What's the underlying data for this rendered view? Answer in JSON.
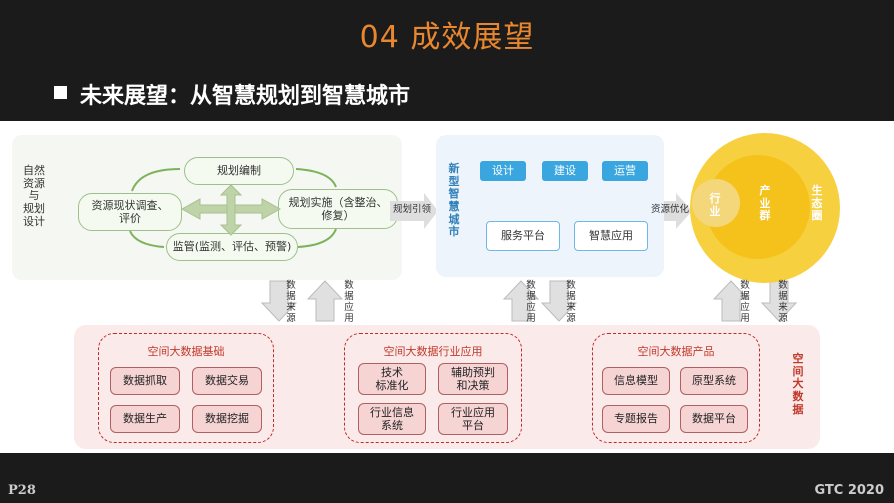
{
  "title": "04 成效展望",
  "subtitle": "未来展望：从智慧规划到智慧城市",
  "left": {
    "side_label": "自然\n资源\n与\n规划\n设计",
    "cycle": {
      "top": "规划编制",
      "left": "资源现状调查、\n评价",
      "right": "规划实施（含整治、\n修复）",
      "bottom": "监管(监测、评估、预警)"
    },
    "link_label": "规划引领"
  },
  "middle": {
    "side_label": "新\n型\n智\n慧\n城\n市",
    "steps": [
      "设计",
      "建设",
      "运营"
    ],
    "service": "服务平台",
    "app": "智慧应用",
    "link_label": "资源优化"
  },
  "right": {
    "rings": [
      "行\n业",
      "产\n业\n群",
      "生\n态\n圈"
    ]
  },
  "flows": {
    "left_down": "数\n据\n来\n源",
    "left_up": "数\n据\n应\n用",
    "mid_up": "数\n据\n应\n用",
    "mid_down": "数\n据\n来\n源",
    "right_up": "数\n据\n应\n用",
    "right_down": "数\n据\n来\n源"
  },
  "bigdata": {
    "side_label": "空\n间\n大\n数\n据",
    "groups": [
      {
        "title": "空间大数据基础",
        "cells": [
          "数据抓取",
          "数据交易",
          "数据生产",
          "数据挖掘"
        ]
      },
      {
        "title": "空间大数据行业应用",
        "cells": [
          "技术\n标准化",
          "辅助预判\n和决策",
          "行业信息\n系统",
          "行业应用\n平台"
        ]
      },
      {
        "title": "空间大数据产品",
        "cells": [
          "信息模型",
          "原型系统",
          "专题报告",
          "数据平台"
        ]
      }
    ]
  },
  "footer": {
    "page": "P28",
    "brand": "GTC 2020"
  },
  "colors": {
    "title": "#e8872e",
    "accent_red": "#c0392b",
    "blue": "#3aa6df",
    "ring": "#f5c21b"
  }
}
